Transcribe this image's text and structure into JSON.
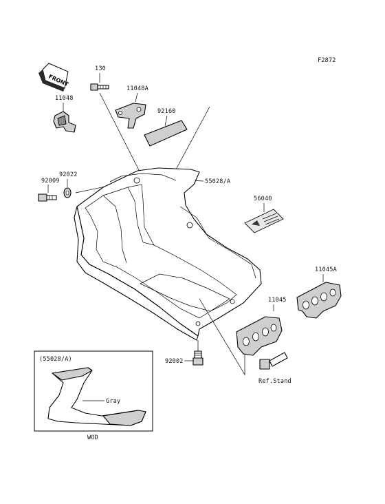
{
  "figure_code": "F2872",
  "front_label": "FRONT",
  "parts": {
    "p130": "130",
    "p11048A": "11048A",
    "p11048": "11048",
    "p92160": "92160",
    "p92022": "92022",
    "p92009": "92009",
    "p55028A": "55028/A",
    "p56040": "56040",
    "p11045A": "11045A",
    "p11045": "11045",
    "p92002": "92002",
    "ref_stand": "Ref.Stand"
  },
  "inset": {
    "title": "(55028/A)",
    "color_label": "Gray",
    "caption": "WOD"
  }
}
